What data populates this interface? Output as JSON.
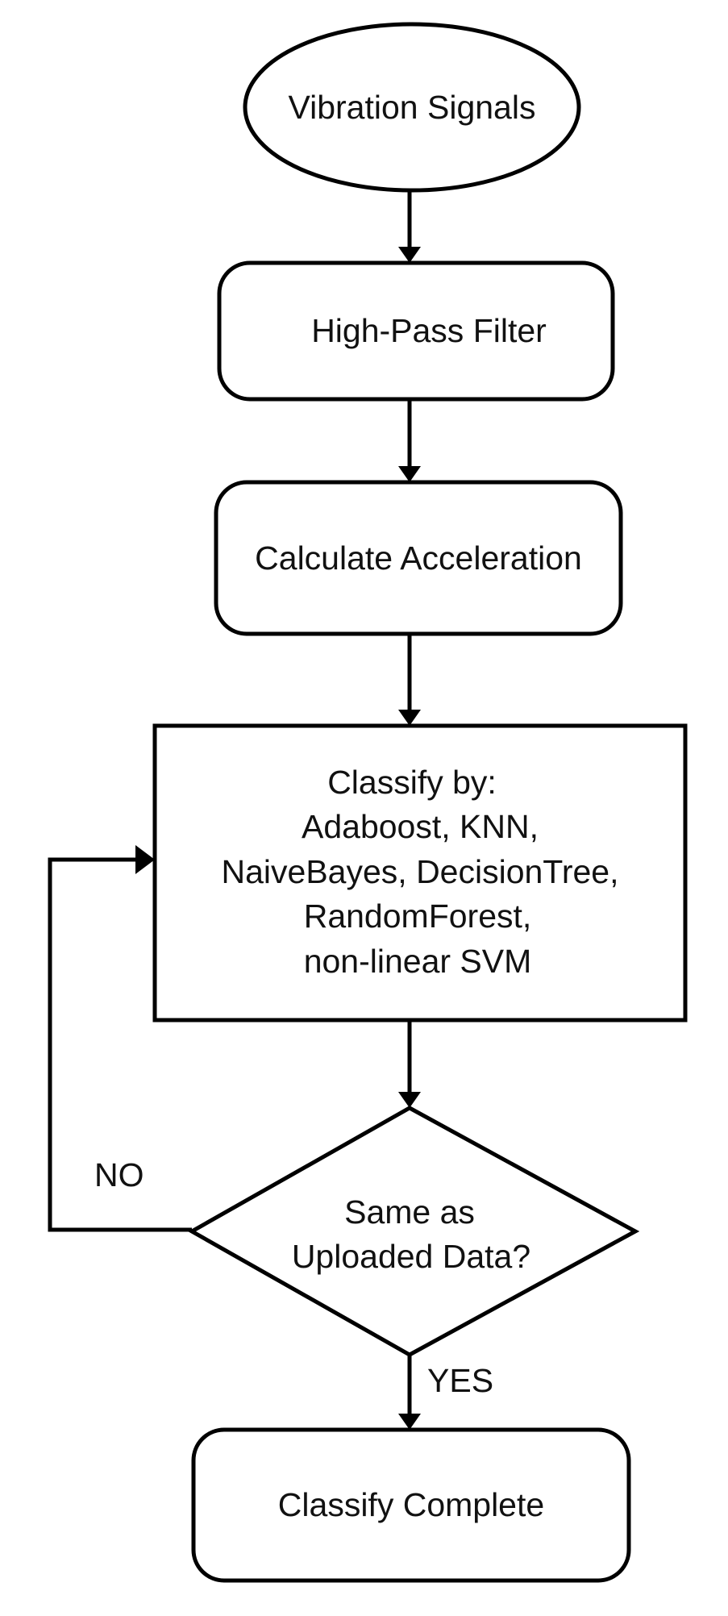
{
  "nodes": {
    "start": {
      "shape": "ellipse",
      "lines": [
        "Vibration Signals"
      ]
    },
    "filter": {
      "shape": "rounded-rect",
      "lines": [
        "High-Pass Filter"
      ]
    },
    "accel": {
      "shape": "rounded-rect",
      "lines": [
        "Calculate Acceleration"
      ]
    },
    "classify": {
      "shape": "rect",
      "lines": [
        "Classify by:",
        "Adaboost, KNN,",
        "NaiveBayes, DecisionTree,",
        "RandomForest,",
        "non-linear SVM"
      ]
    },
    "decision": {
      "shape": "diamond",
      "lines": [
        "Same as",
        "Uploaded Data?"
      ]
    },
    "end": {
      "shape": "rounded-rect",
      "lines": [
        "Classify Complete"
      ]
    }
  },
  "edges": [
    {
      "from": "start",
      "to": "filter",
      "label": ""
    },
    {
      "from": "filter",
      "to": "accel",
      "label": ""
    },
    {
      "from": "accel",
      "to": "classify",
      "label": ""
    },
    {
      "from": "classify",
      "to": "decision",
      "label": ""
    },
    {
      "from": "decision",
      "to": "end",
      "label": "YES"
    },
    {
      "from": "decision",
      "to": "classify",
      "label": "NO"
    }
  ],
  "colors": {
    "stroke": "#000000",
    "fill": "#ffffff",
    "text": "#111111"
  }
}
